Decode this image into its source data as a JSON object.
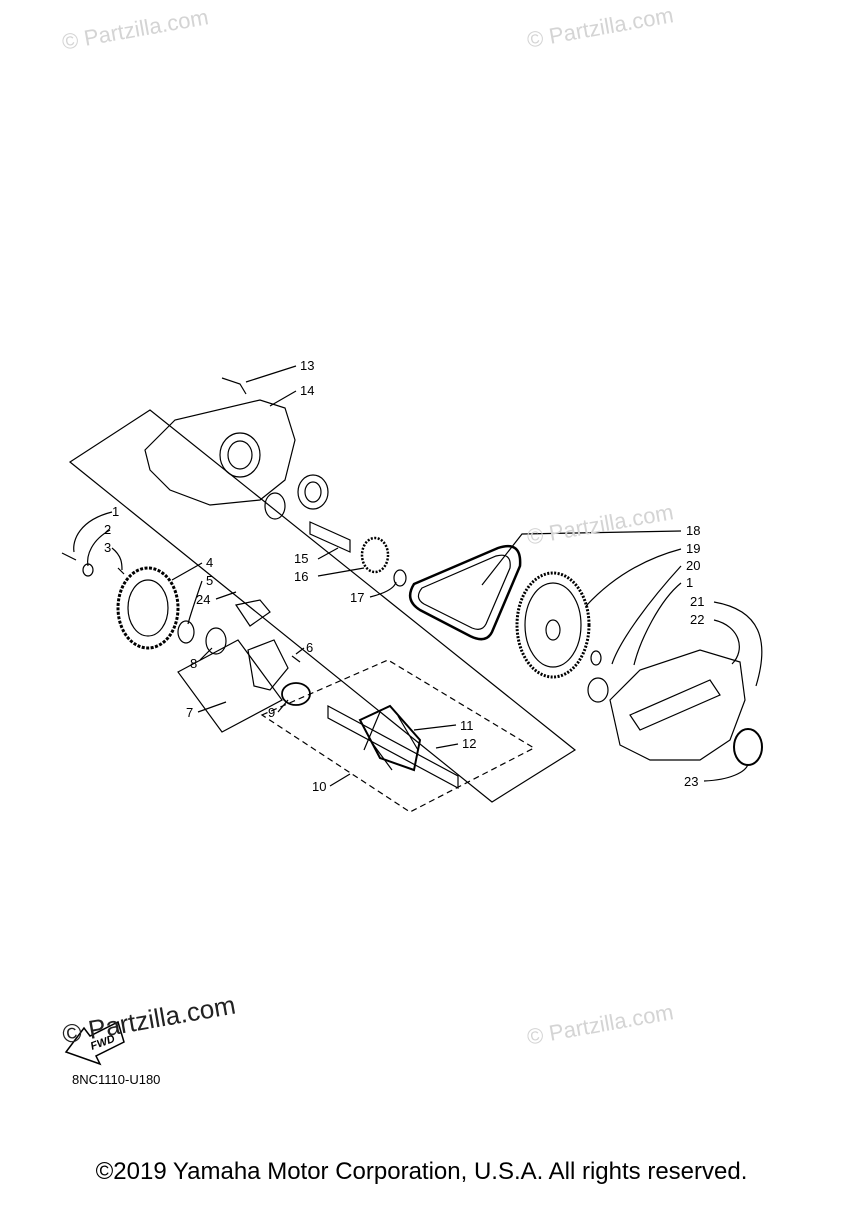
{
  "watermarks": {
    "top_left": "© Partzilla.com",
    "top_right": "© Partzilla.com",
    "middle_right": "© Partzilla.com",
    "bottom_left": "© Partzilla.com",
    "bottom_right": "© Partzilla.com"
  },
  "fwd_label": "FWD",
  "part_numbers": [
    "1",
    "2",
    "3",
    "4",
    "5",
    "24",
    "8",
    "6",
    "7",
    "9",
    "10",
    "11",
    "12",
    "13",
    "14",
    "15",
    "16",
    "17",
    "18",
    "19",
    "20",
    "1",
    "21",
    "22",
    "23"
  ],
  "diagram_code": "8NC1110-U180",
  "copyright": "©2019 Yamaha Motor Corporation, U.S.A. All rights reserved."
}
